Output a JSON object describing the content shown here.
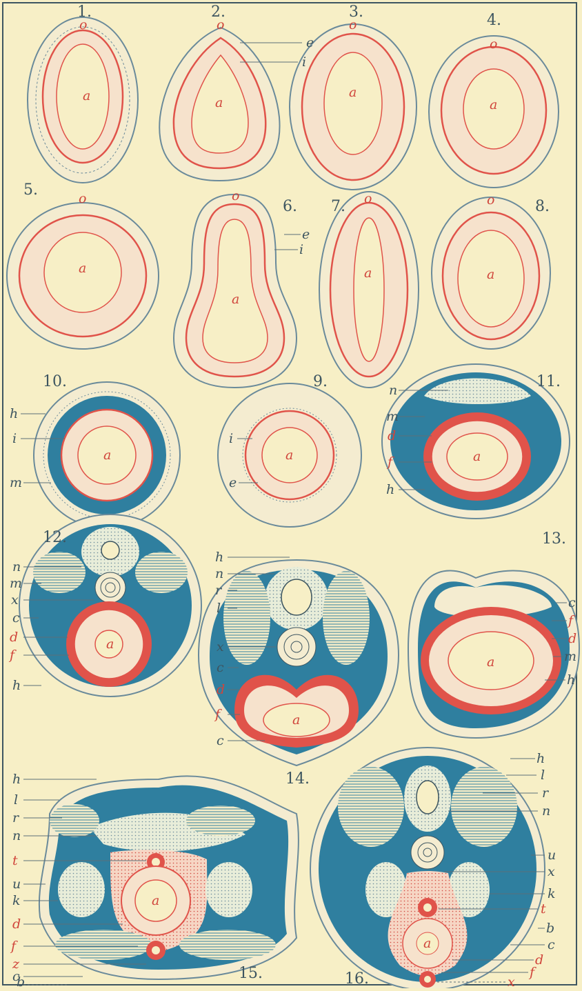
{
  "colors": {
    "paper": "#f7efc6",
    "ectoderm_outline": "#6a8a9a",
    "mesoderm_fill": "#2f7f9f",
    "endoderm": "#e0534a",
    "dark_lines": "#3d5560"
  },
  "figures": [
    {
      "number": "1.",
      "labels": [
        "o",
        "a"
      ]
    },
    {
      "number": "2.",
      "labels": [
        "o",
        "a",
        "e",
        "i"
      ]
    },
    {
      "number": "3.",
      "labels": [
        "o",
        "a"
      ]
    },
    {
      "number": "4.",
      "labels": [
        "o",
        "a"
      ]
    },
    {
      "number": "5.",
      "labels": [
        "o",
        "a"
      ]
    },
    {
      "number": "6.",
      "labels": [
        "o",
        "a",
        "e",
        "i"
      ]
    },
    {
      "number": "7.",
      "labels": [
        "o",
        "a"
      ]
    },
    {
      "number": "8.",
      "labels": [
        "o",
        "a"
      ]
    },
    {
      "number": "9.",
      "labels": [
        "a",
        "i",
        "e"
      ]
    },
    {
      "number": "10.",
      "labels": [
        "a",
        "h",
        "i",
        "m"
      ]
    },
    {
      "number": "11.",
      "labels": [
        "a",
        "n",
        "m",
        "d",
        "f",
        "h"
      ]
    },
    {
      "number": "12.",
      "labels": [
        "a",
        "n",
        "m",
        "x",
        "c",
        "d",
        "f",
        "h"
      ]
    },
    {
      "number": "13.",
      "labels": [
        "a",
        "c",
        "f",
        "d",
        "m",
        "h"
      ]
    },
    {
      "number": "14.",
      "labels": [
        "a",
        "h",
        "n",
        "r",
        "l",
        "x",
        "c",
        "d",
        "f",
        "c"
      ]
    },
    {
      "number": "15.",
      "labels": [
        "a",
        "h",
        "l",
        "r",
        "n",
        "t",
        "u",
        "k",
        "d",
        "f",
        "z",
        "c",
        "b"
      ]
    },
    {
      "number": "16.",
      "labels": [
        "a",
        "h",
        "l",
        "r",
        "n",
        "u",
        "x",
        "k",
        "t",
        "b",
        "c",
        "d",
        "f",
        "x"
      ]
    }
  ]
}
